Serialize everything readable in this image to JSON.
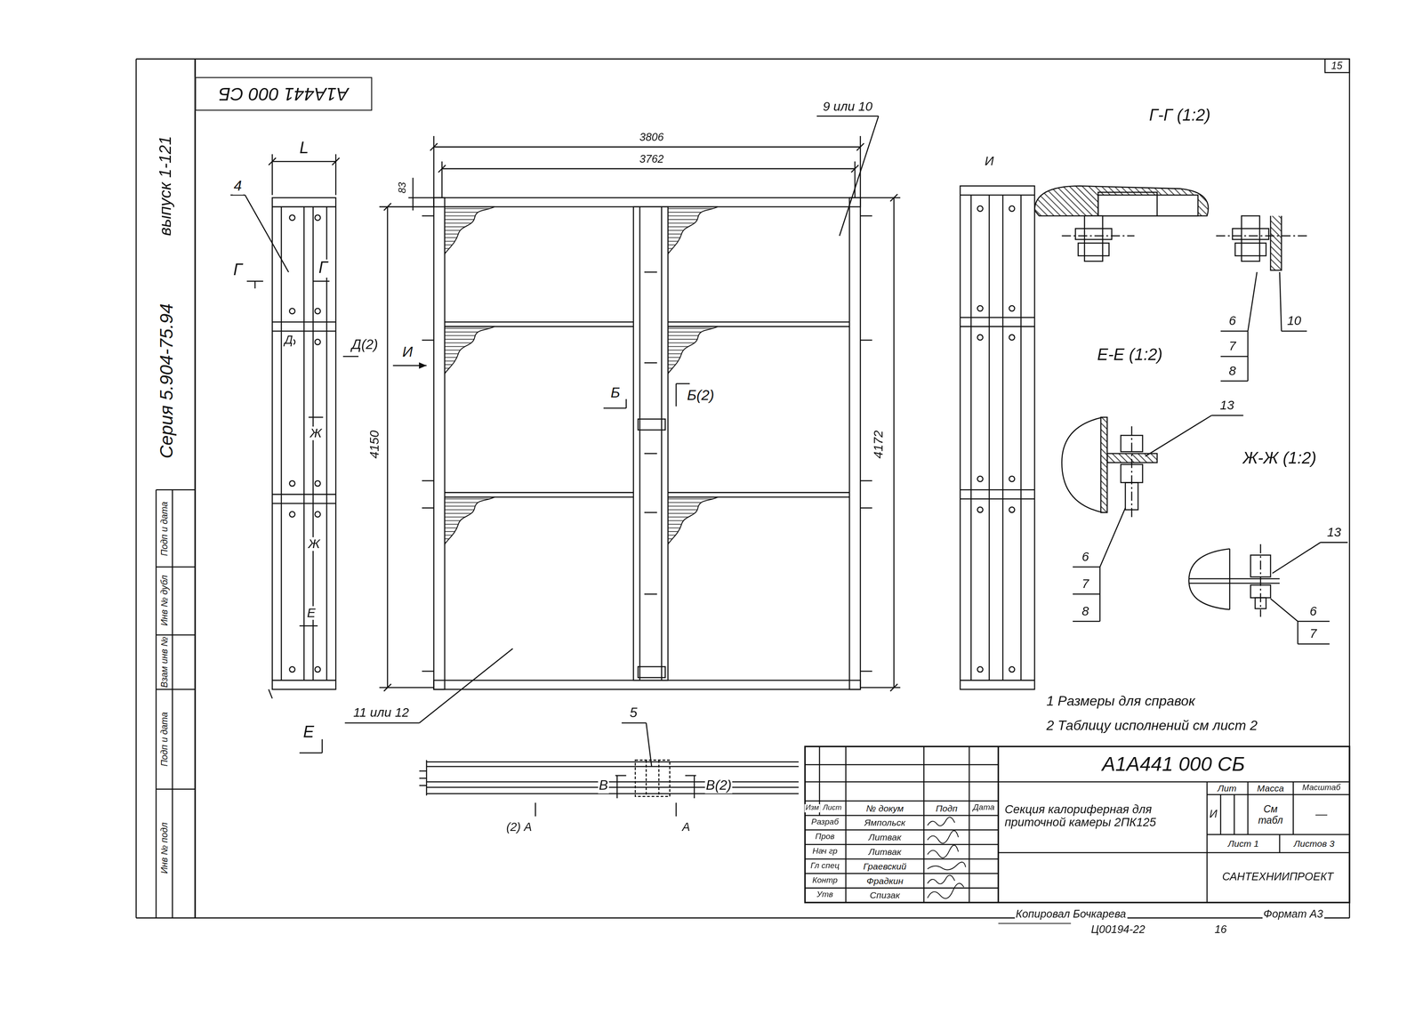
{
  "diagram": {
    "nodes": [
      {
        "text": [
          "А1А441 000 СБ"
        ]
      }
    ],
    "labels": [
      "15",
      "Серия 5.904-75.94",
      "выпуск 1-121",
      "Инв № подл",
      "Подп и дата",
      "Взам инв №",
      "Инв № дубл",
      "Подп и дата",
      "4",
      "L",
      "Г",
      "Г",
      "Д",
      "Д(2)",
      "Ж",
      "Ж",
      "Е",
      "Е",
      "3806",
      "3762",
      "83",
      "4150",
      "4172",
      "9 или 10",
      "И",
      "Б",
      "Б(2)",
      "11 или 12",
      "И",
      "Г-Г (1:2)",
      "6",
      "7",
      "8",
      "10",
      "Е-Е (1:2)",
      "13",
      "6",
      "7",
      "8",
      "Ж-Ж (1:2)",
      "13",
      "6",
      "7",
      "1 Размеры для справок",
      "2 Таблицу исполнений см лист 2",
      "5",
      "В",
      "В(2)",
      "(2) А",
      "А",
      "А1А441 000 СБ",
      "Секция калориферная для приточной камеры 2ПК125",
      "Лит",
      "Масса",
      "Масштаб",
      "И",
      "См табл",
      "—",
      "Лист 1",
      "Листов 3",
      "САНТЕХНИИПРОЕКТ",
      "Изм",
      "Лист",
      "№ докум",
      "Подп",
      "Дата",
      "Разраб",
      "Ямпольск",
      "Пров",
      "Литвак",
      "Нач гр",
      "Литвак",
      "Гл спец",
      "Граевский",
      "Контр",
      "Фрадкин",
      "Утв",
      "Спизак",
      "Копировал Бочкарева",
      "Формат А3",
      "Ц00194-22",
      "16"
    ]
  }
}
